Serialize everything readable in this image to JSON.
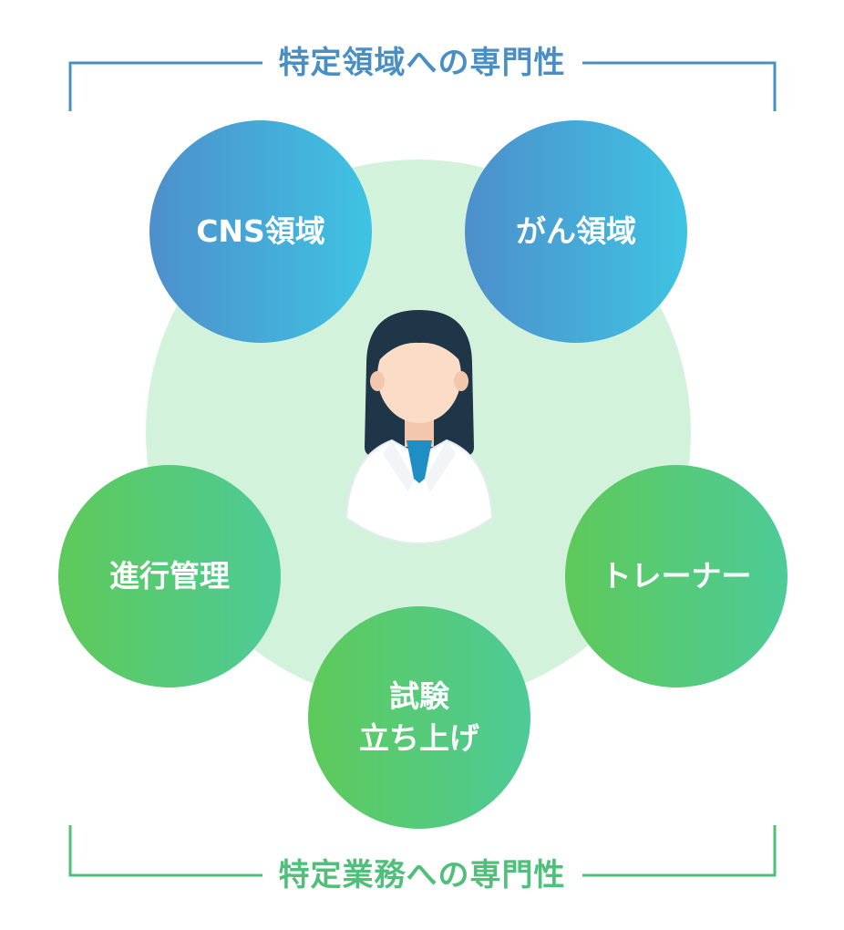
{
  "top_heading": "特定領域への専門性",
  "bottom_heading": "特定業務への専門性",
  "colors": {
    "top_accent": "#4a8fc4",
    "bottom_accent": "#4fc07a",
    "center_bg": "#d3f2dc"
  },
  "bubbles": {
    "cns": "CNS領域",
    "cancer": "がん領域",
    "progress": "進行管理",
    "trainer": "トレーナー",
    "trial_setup": "試験\n立ち上げ"
  },
  "center_figure": "doctor-icon"
}
